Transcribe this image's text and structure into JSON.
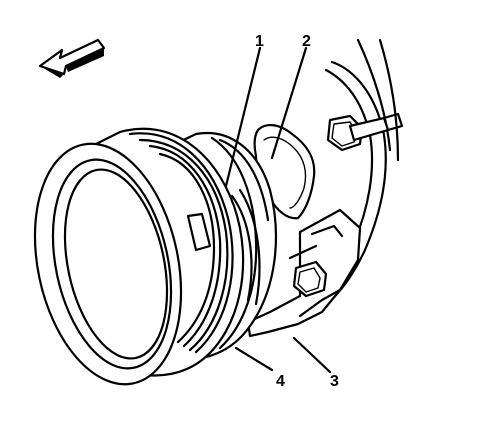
{
  "diagram": {
    "callouts": [
      {
        "id": "1",
        "label": "1"
      },
      {
        "id": "2",
        "label": "2"
      },
      {
        "id": "3",
        "label": "3"
      },
      {
        "id": "4",
        "label": "4"
      }
    ],
    "direction_arrow": "arrow-left-icon"
  }
}
